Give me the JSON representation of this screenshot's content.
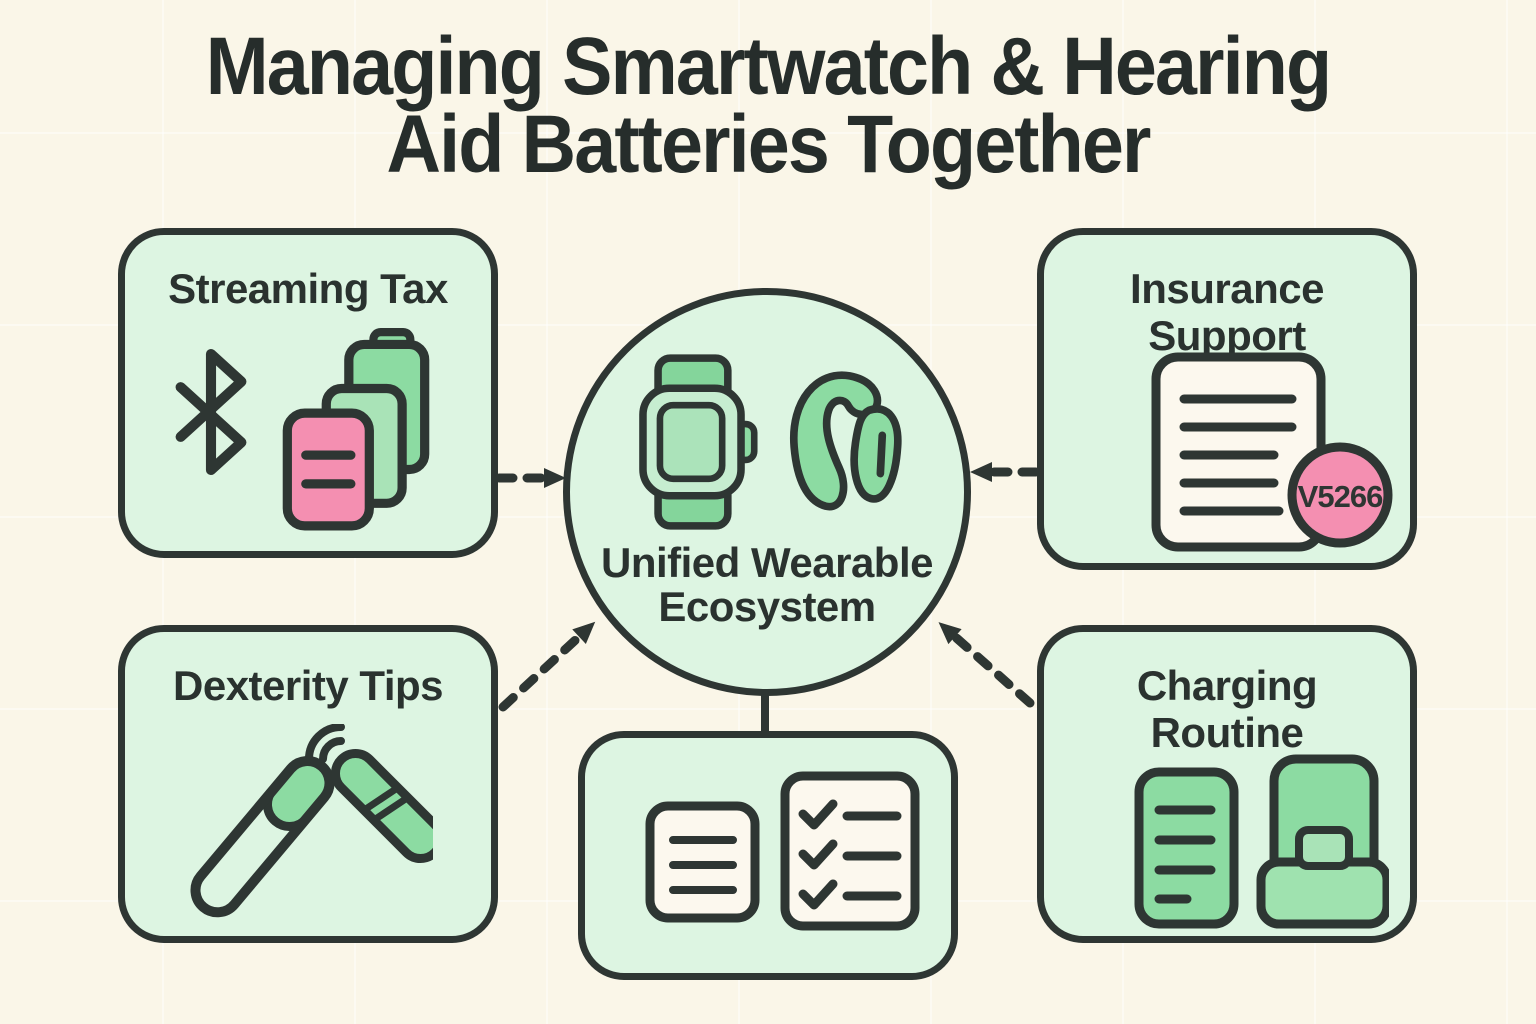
{
  "title_lines": [
    "Managing Smartwatch & Hearing",
    "Aid Batteries Together"
  ],
  "nodes": {
    "streaming_tax": {
      "label_lines": [
        "Streaming Tax"
      ],
      "icons": [
        "bluetooth-icon",
        "battery-stack-icon"
      ]
    },
    "insurance_support": {
      "label_lines": [
        "Insurance",
        "Support"
      ],
      "badge": "V5266",
      "icons": [
        "insurance-document-icon",
        "code-badge"
      ]
    },
    "dexterity_tips": {
      "label_lines": [
        "Dexterity Tips"
      ],
      "icons": [
        "magnet-tool-icon",
        "battery-wand-icon",
        "signal-waves-icon"
      ]
    },
    "charging_routine": {
      "label_lines": [
        "Charging",
        "Routine"
      ],
      "icons": [
        "battery-level-icon",
        "charging-dock-icon"
      ]
    },
    "center_hub": {
      "label_lines": [
        "Unified Wearable",
        "Ecosystem"
      ],
      "icons": [
        "smartwatch-icon",
        "hearing-aid-icon"
      ]
    },
    "checklist_panel": {
      "label_lines": [],
      "icons": [
        "notes-document-icon",
        "checklist-icon"
      ]
    }
  },
  "edges": [
    {
      "from": "streaming_tax",
      "to": "center_hub",
      "type": "dashed-arrow"
    },
    {
      "from": "insurance_support",
      "to": "center_hub",
      "type": "dashed-arrow"
    },
    {
      "from": "dexterity_tips",
      "to": "center_hub",
      "type": "dashed-arrow"
    },
    {
      "from": "charging_routine",
      "to": "center_hub",
      "type": "dashed-arrow"
    },
    {
      "from": "center_hub",
      "to": "checklist_panel",
      "type": "solid-line"
    }
  ],
  "colors": {
    "background": "#FAF6E8",
    "panel_mint": "#DDF5E2",
    "outline": "#2E3633",
    "icon_green": "#8CDBA2",
    "icon_green_mid": "#A9E3B7",
    "icon_green_light": "#C6EDD0",
    "accent_pink": "#F48FB1",
    "paper": "#FCF8EE",
    "text": "#262D2B"
  }
}
